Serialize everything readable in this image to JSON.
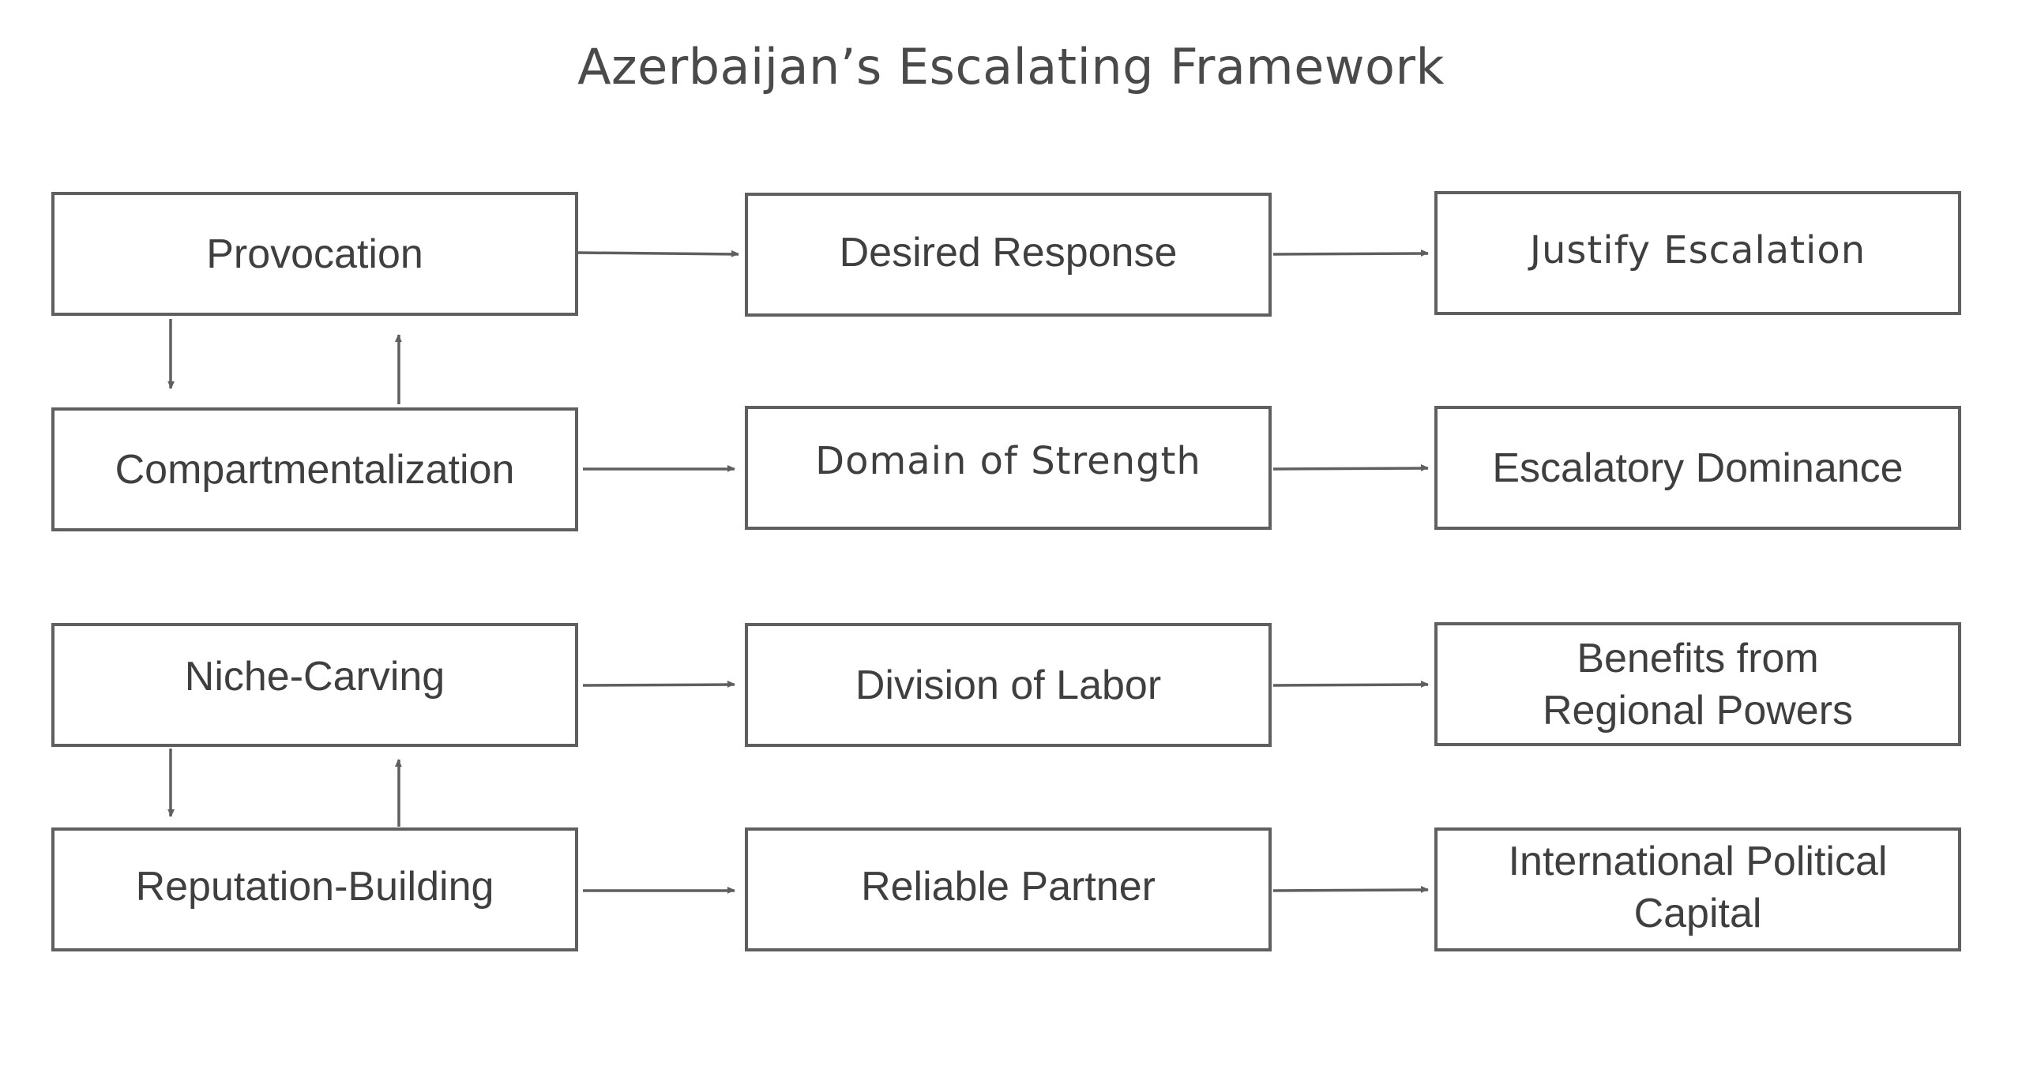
{
  "title": "Azerbaijan’s Escalating Framework",
  "nodes": [
    {
      "id": "provocation",
      "label": "Provocation"
    },
    {
      "id": "desired-response",
      "label": "Desired Response"
    },
    {
      "id": "justify-escalation",
      "label": "Justify Escalation"
    },
    {
      "id": "compartmentalization",
      "label": "Compartmentalization"
    },
    {
      "id": "domain-of-strength",
      "label": "Domain of Strength"
    },
    {
      "id": "escalatory-dominance",
      "label": "Escalatory Dominance"
    },
    {
      "id": "niche-carving",
      "label": "Niche-Carving"
    },
    {
      "id": "division-of-labor",
      "label": "Division of Labor"
    },
    {
      "id": "benefits-regional-powers",
      "label": "Benefits from\nRegional Powers"
    },
    {
      "id": "reputation-building",
      "label": "Reputation-Building"
    },
    {
      "id": "reliable-partner",
      "label": "Reliable Partner"
    },
    {
      "id": "international-political-capital",
      "label": "International Political\nCapital"
    }
  ],
  "edges": [
    {
      "from": "provocation",
      "to": "desired-response"
    },
    {
      "from": "desired-response",
      "to": "justify-escalation"
    },
    {
      "from": "compartmentalization",
      "to": "domain-of-strength"
    },
    {
      "from": "domain-of-strength",
      "to": "escalatory-dominance"
    },
    {
      "from": "niche-carving",
      "to": "division-of-labor"
    },
    {
      "from": "division-of-labor",
      "to": "benefits-regional-powers"
    },
    {
      "from": "reputation-building",
      "to": "reliable-partner"
    },
    {
      "from": "reliable-partner",
      "to": "international-political-capital"
    },
    {
      "from": "provocation",
      "to": "compartmentalization"
    },
    {
      "from": "compartmentalization",
      "to": "provocation"
    },
    {
      "from": "niche-carving",
      "to": "reputation-building"
    },
    {
      "from": "reputation-building",
      "to": "niche-carving"
    }
  ]
}
